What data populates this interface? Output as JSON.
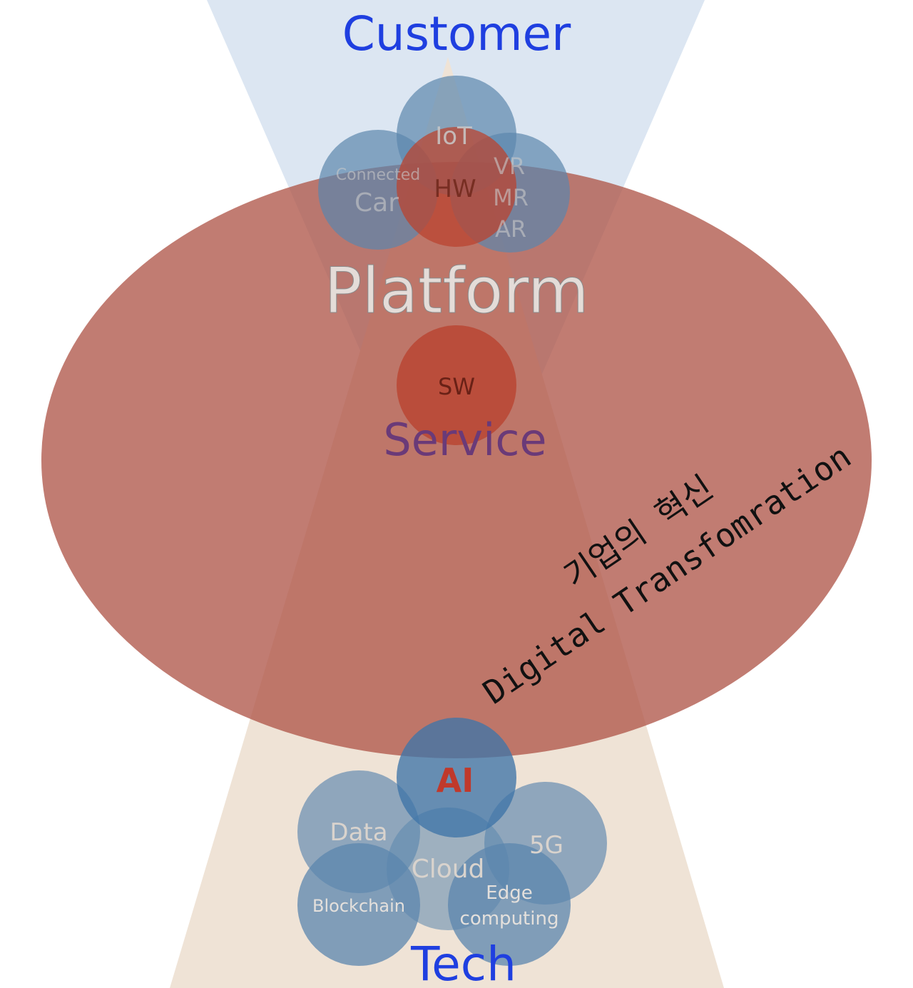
{
  "top_label": "Customer",
  "bottom_label": "Tech",
  "ellipse": {
    "title": "Platform",
    "subtitle": "Service",
    "center_node": "SW"
  },
  "top_cluster": {
    "center": "HW",
    "iot": "IoT",
    "connected_car_line1": "Connected",
    "connected_car_line2": "Car",
    "xr_line1": "VR",
    "xr_line2": "MR",
    "xr_line3": "AR"
  },
  "bottom_cluster": {
    "ai": "AI",
    "data": "Data",
    "five_g": "5G",
    "cloud": "Cloud",
    "blockchain": "Blockchain",
    "edge_line1": "Edge",
    "edge_line2": "computing"
  },
  "annotation": {
    "line1": "기업의 혁신",
    "line2": "Digital Transfomration"
  },
  "colors": {
    "customer_wedge": "#dce6f2",
    "tech_wedge": "#efe3d6",
    "ellipse_fill": "#b0574a",
    "blue_circle": "#5b86ad",
    "red_circle": "#b94430",
    "label_blue": "#1f3fe0",
    "service_purple": "#6a3a78",
    "ai_red": "#c0392b"
  }
}
